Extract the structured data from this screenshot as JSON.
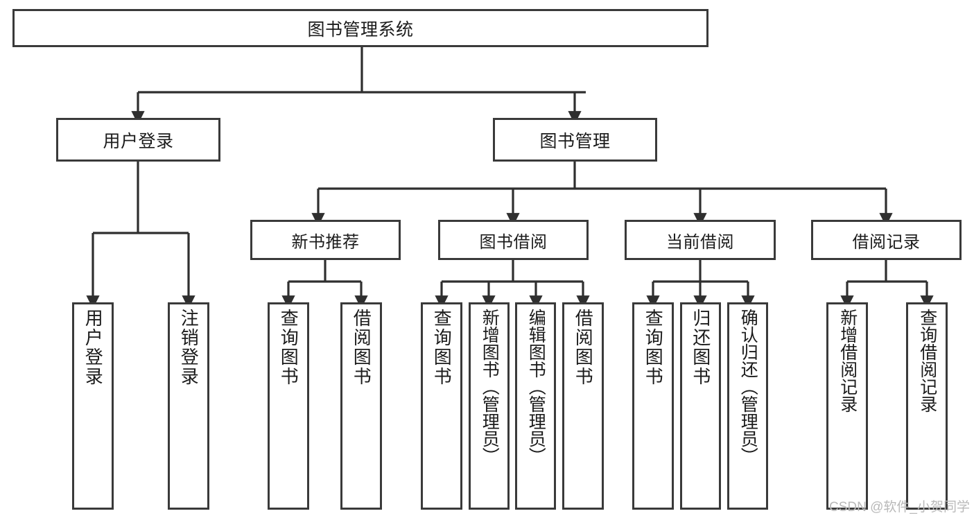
{
  "diagram": {
    "type": "tree-hierarchy-chart",
    "title": "图书管理系统",
    "orientation": "top-down",
    "colors": {
      "box_border": "#3a3a3a",
      "box_fill": "#ffffff",
      "connector": "#2f2f2f",
      "text": "#1b1b1b",
      "watermark": "#b9b9b9"
    },
    "root": {
      "id": "root",
      "label": "图书管理系统"
    },
    "level1": [
      {
        "id": "user-login",
        "label": "用户登录"
      },
      {
        "id": "book-manage",
        "label": "图书管理"
      }
    ],
    "level2": [
      {
        "id": "new-book-recommend",
        "label": "新书推荐",
        "parent": "book-manage"
      },
      {
        "id": "book-borrow",
        "label": "图书借阅",
        "parent": "book-manage"
      },
      {
        "id": "current-borrow",
        "label": "当前借阅",
        "parent": "book-manage"
      },
      {
        "id": "borrow-record",
        "label": "借阅记录",
        "parent": "book-manage"
      }
    ],
    "leaves": [
      {
        "id": "leaf-user-login",
        "label": "用户登录",
        "parent": "user-login"
      },
      {
        "id": "leaf-user-logout",
        "label": "注销登录",
        "parent": "user-login"
      },
      {
        "id": "leaf-query-book-1",
        "label": "查询图书",
        "parent": "new-book-recommend"
      },
      {
        "id": "leaf-borrow-book-1",
        "label": "借阅图书",
        "parent": "new-book-recommend"
      },
      {
        "id": "leaf-query-book-2",
        "label": "查询图书",
        "parent": "book-borrow"
      },
      {
        "id": "leaf-add-book",
        "label": "新增图书（管理员）",
        "parent": "book-borrow"
      },
      {
        "id": "leaf-edit-book",
        "label": "编辑图书（管理员）",
        "parent": "book-borrow"
      },
      {
        "id": "leaf-borrow-book-2",
        "label": "借阅图书",
        "parent": "book-borrow"
      },
      {
        "id": "leaf-query-book-3",
        "label": "查询图书",
        "parent": "current-borrow"
      },
      {
        "id": "leaf-return-book",
        "label": "归还图书",
        "parent": "current-borrow"
      },
      {
        "id": "leaf-confirm-return",
        "label": "确认归还（管理员）",
        "parent": "current-borrow"
      },
      {
        "id": "leaf-add-record",
        "label": "新增借阅记录",
        "parent": "borrow-record"
      },
      {
        "id": "leaf-query-record",
        "label": "查询借阅记录",
        "parent": "borrow-record"
      }
    ],
    "watermark": "CSDN @软件_小贺同学"
  }
}
